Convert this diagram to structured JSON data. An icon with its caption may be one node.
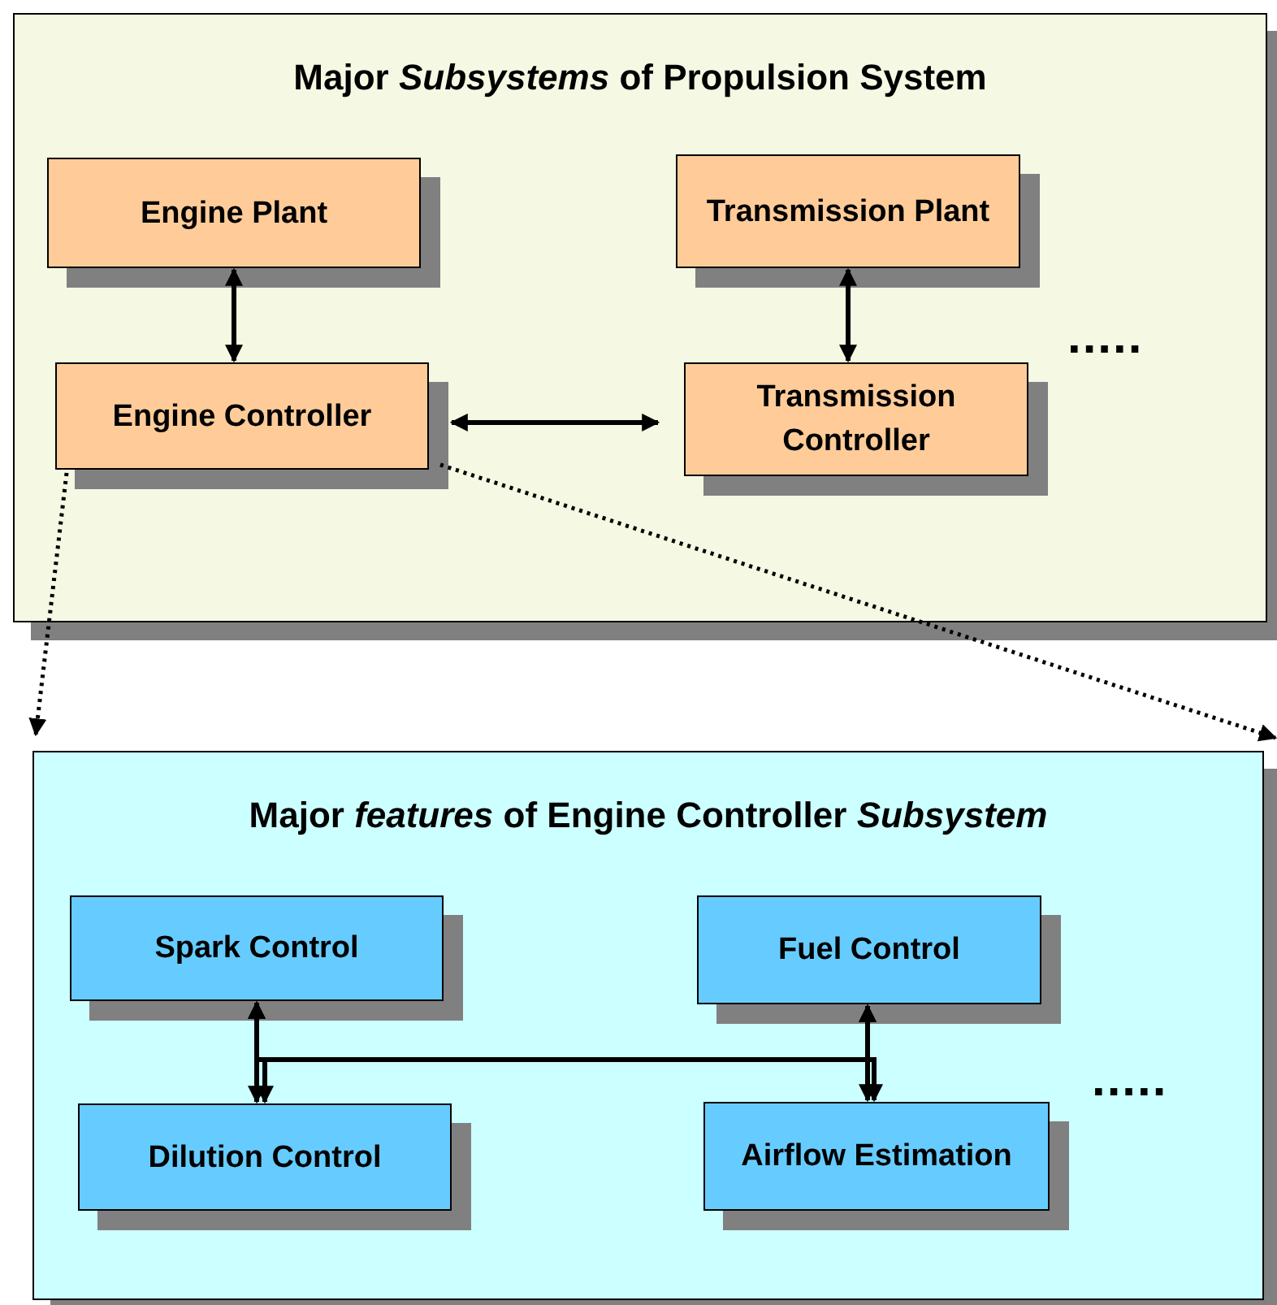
{
  "diagram": {
    "nodes": [
      {
        "text": [
          "Major *Subsystems* of Propulsion System"
        ]
      },
      {
        "text": [
          "Engine Plant"
        ],
        "in": 0
      },
      {
        "text": [
          "Transmission Plant"
        ],
        "in": 0
      },
      {
        "text": [
          "Engine Controller"
        ],
        "in": 0
      },
      {
        "text": [
          "Transmission Controller"
        ],
        "in": 0
      },
      {
        "text": [
          "Major *features* of Engine Controller *Subsystem*"
        ]
      },
      {
        "text": [
          "Spark Control"
        ],
        "in": 5
      },
      {
        "text": [
          "Fuel Control"
        ],
        "in": 5
      },
      {
        "text": [
          "Dilution Control"
        ],
        "in": 5
      },
      {
        "text": [
          "Airflow Estimation"
        ],
        "in": 5
      }
    ],
    "edges": [
      {
        "from": 1,
        "to": 3,
        "arrow": "both"
      },
      {
        "from": 2,
        "to": 4,
        "arrow": "both"
      },
      {
        "from": 3,
        "to": 4,
        "arrow": "both"
      },
      {
        "from": 3,
        "to": 5,
        "arrow": "to",
        "style": "dashed"
      },
      {
        "from": 3,
        "to": 5,
        "arrow": "to",
        "style": "dashed"
      },
      {
        "from": 6,
        "to": 8,
        "arrow": "both"
      },
      {
        "from": 7,
        "to": 9,
        "arrow": "both"
      },
      {
        "from": 6,
        "to": 7,
        "arrow": "both"
      },
      {
        "from": 8,
        "to": 9,
        "arrow": "both"
      }
    ],
    "labels": [
      ".....",
      "....."
    ]
  }
}
